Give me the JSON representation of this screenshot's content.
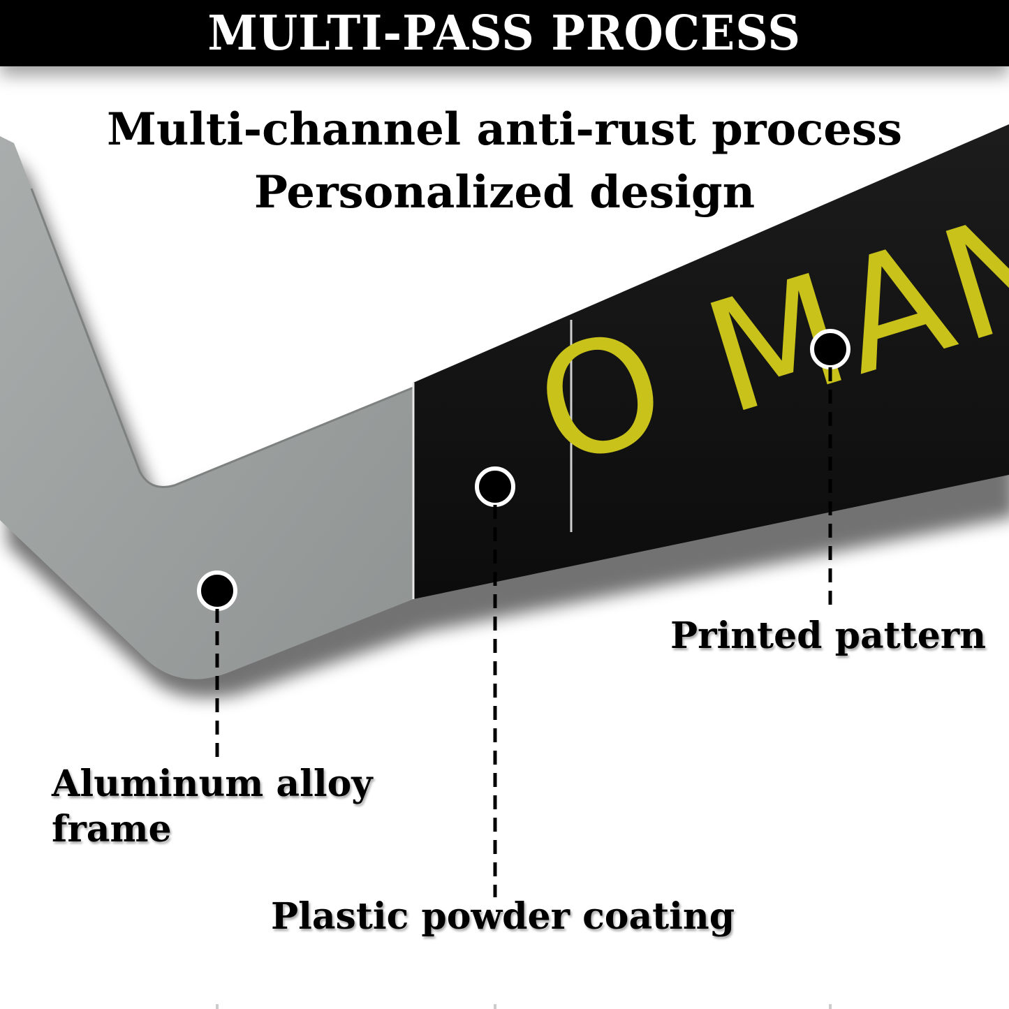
{
  "banner": {
    "title": "MULTI-PASS PROCESS"
  },
  "headline": {
    "line1": "Multi-channel anti-rust process",
    "line2": "Personalized design"
  },
  "callouts": {
    "alloy_line1": "Aluminum alloy",
    "alloy_line2": "frame",
    "powder": "Plastic powder coating",
    "printed": "Printed pattern"
  },
  "frame_print": "O MAN",
  "colors": {
    "banner": "#000000",
    "aluminum": "#9ea2a1",
    "coating": "#121212",
    "print": "#c8c21a"
  }
}
